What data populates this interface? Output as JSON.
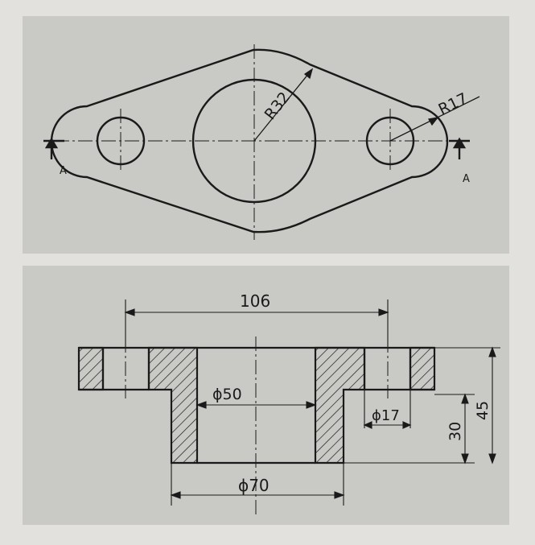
{
  "top_view": {
    "section_label_left": "A",
    "section_label_right": "A",
    "radius_large": "R32",
    "radius_small": "R17"
  },
  "section_view": {
    "dim_center_distance": "106",
    "dim_bore_diameter": "ϕ50",
    "dim_hole_diameter": "ϕ17",
    "dim_boss_diameter": "ϕ70",
    "dim_flange_height": "30",
    "dim_total_height": "45"
  },
  "colors": {
    "line": "#1a1a1a",
    "panel": "#c9c9c6",
    "paper": "#e2e1dd"
  }
}
